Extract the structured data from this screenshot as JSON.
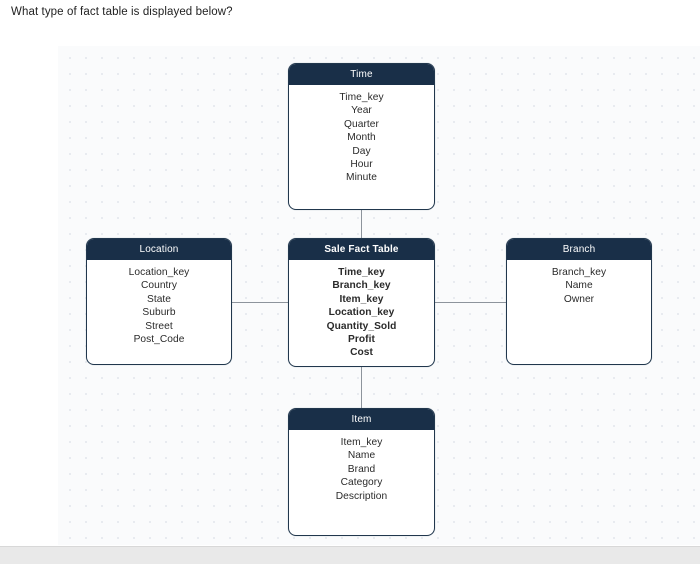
{
  "question": {
    "text": "What type of fact table is displayed below?"
  },
  "diagram": {
    "title": "star-schema-diagram",
    "header_color": "#192f48",
    "border_color": "#21374d",
    "canvas_color": "#fafbfc",
    "connector_color": "#8d949c",
    "entities": [
      {
        "id": "time",
        "name": "Time",
        "is_fact": false,
        "fields": [
          "Time_key",
          "Year",
          "Quarter",
          "Month",
          "Day",
          "Hour",
          "Minute"
        ]
      },
      {
        "id": "location",
        "name": "Location",
        "is_fact": false,
        "fields": [
          "Location_key",
          "Country",
          "State",
          "Suburb",
          "Street",
          "Post_Code"
        ]
      },
      {
        "id": "fact",
        "name": "Sale Fact Table",
        "is_fact": true,
        "fields": [
          "Time_key",
          "Branch_key",
          "Item_key",
          "Location_key",
          "Quantity_Sold",
          "Profit",
          "Cost"
        ]
      },
      {
        "id": "branch",
        "name": "Branch",
        "is_fact": false,
        "fields": [
          "Branch_key",
          "Name",
          "Owner"
        ]
      },
      {
        "id": "item",
        "name": "Item",
        "is_fact": false,
        "fields": [
          "Item_key",
          "Name",
          "Brand",
          "Category",
          "Description"
        ]
      }
    ],
    "connections": [
      {
        "from": "time",
        "to": "fact"
      },
      {
        "from": "location",
        "to": "fact"
      },
      {
        "from": "branch",
        "to": "fact"
      },
      {
        "from": "item",
        "to": "fact"
      }
    ]
  }
}
